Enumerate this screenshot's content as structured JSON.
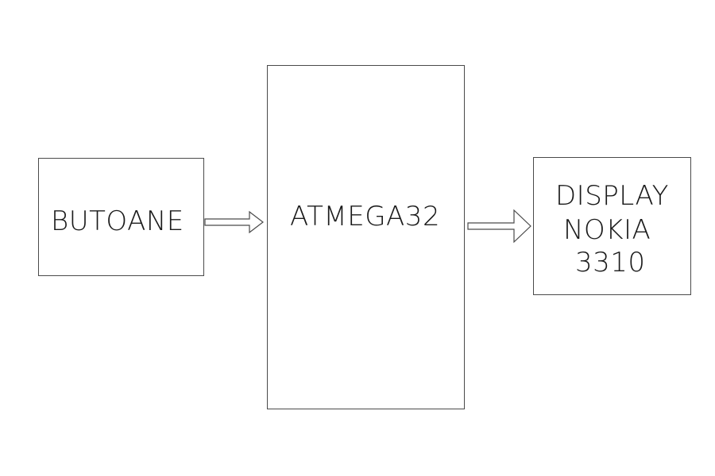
{
  "diagram": {
    "blocks": [
      {
        "id": "butoane",
        "lines": [
          "BUTOANE"
        ]
      },
      {
        "id": "atmega",
        "lines": [
          "ATMEGA32"
        ]
      },
      {
        "id": "display",
        "lines": [
          "DISPLAY",
          "NOKIA",
          "3310"
        ]
      }
    ],
    "connections": [
      {
        "from": "butoane",
        "to": "atmega",
        "style": "hollow-double-arrow"
      },
      {
        "from": "atmega",
        "to": "display",
        "style": "hollow-double-arrow"
      }
    ],
    "colors": {
      "stroke": "#4a4a4a",
      "text": "#1a1a1a",
      "background": "#ffffff"
    }
  }
}
